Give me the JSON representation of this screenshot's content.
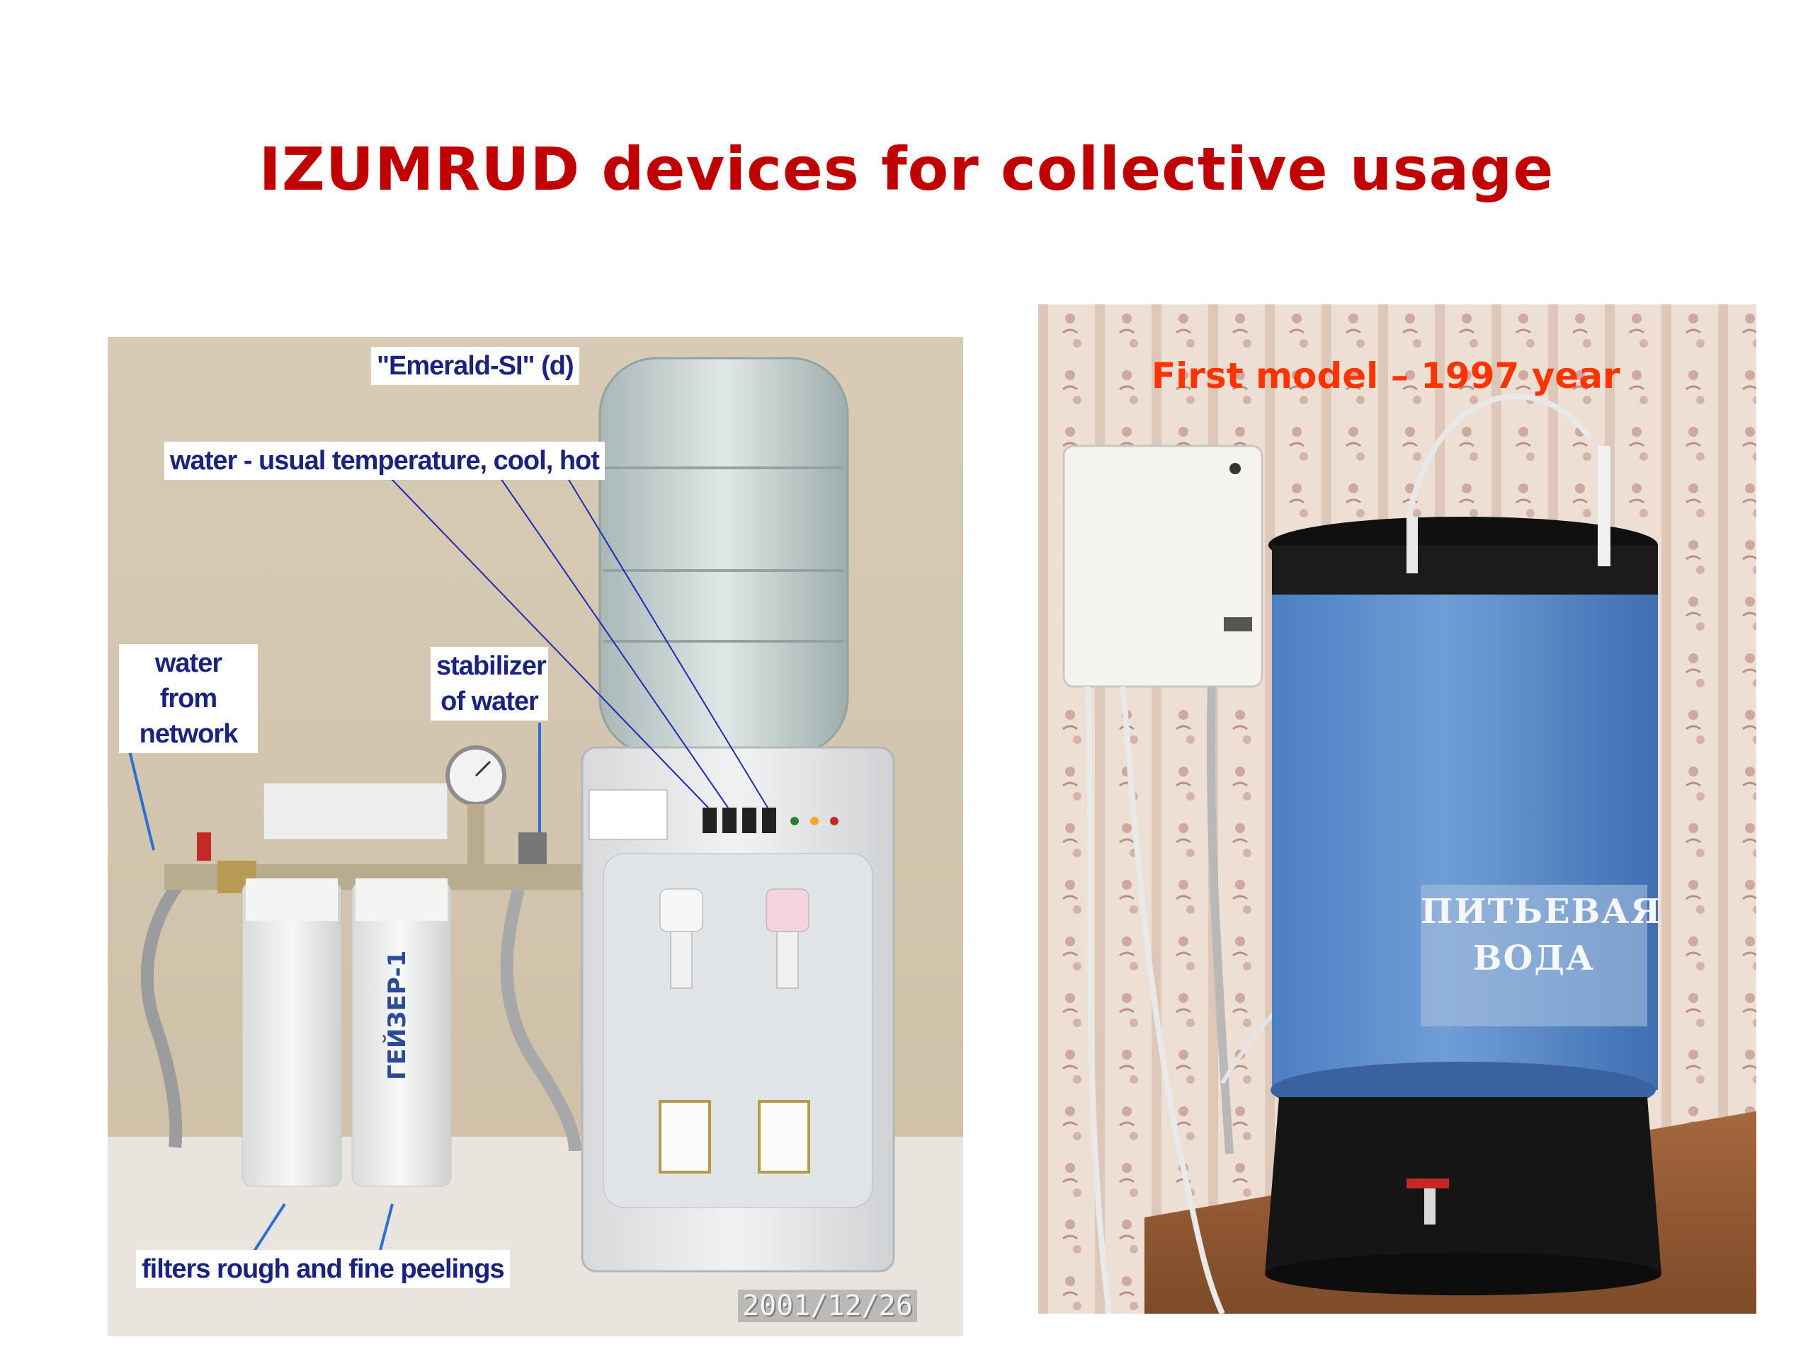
{
  "title": "IZUMRUD devices for collective usage",
  "left_photo": {
    "caption_model": "\"Emerald-SI\" (d)",
    "caption_water": "water - usual temperature, cool, hot",
    "caption_network_line1": "water from",
    "caption_network_line2": "network",
    "caption_stabilizer_line1": "stabilizer",
    "caption_stabilizer_line2": "of water",
    "caption_filters": "filters rough and fine peelings",
    "date_stamp": "2001/12/26"
  },
  "right_photo": {
    "caption": "First model – 1997 year",
    "tank_label_line1": "ПИТЬЕВАЯ",
    "tank_label_line2": "ВОДА"
  },
  "colors": {
    "title": "#c00000",
    "callout_text": "#1a237e",
    "first_model_caption": "#ff3300"
  }
}
